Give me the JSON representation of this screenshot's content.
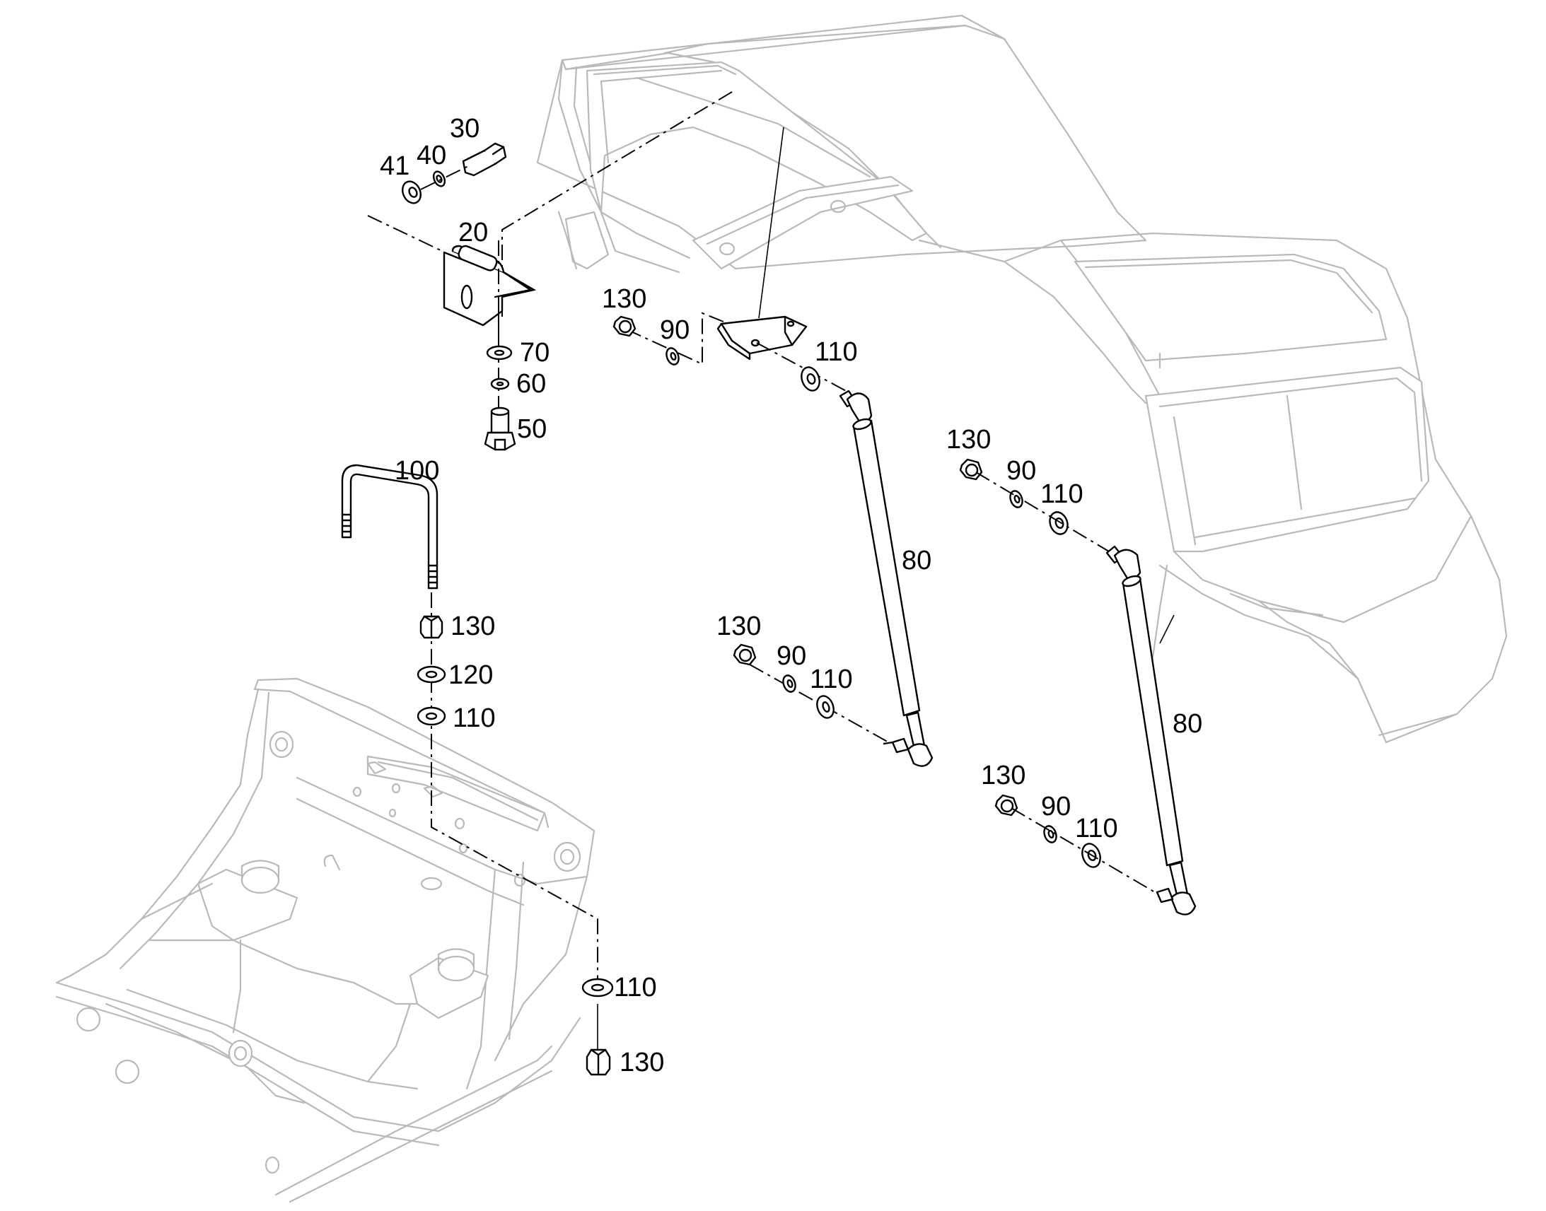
{
  "labels": {
    "p30": "30",
    "p40": "40",
    "p41": "41",
    "p20": "20",
    "p70": "70",
    "p60": "60",
    "p50": "50",
    "p100": "100",
    "s130": "130",
    "s120": "120",
    "s110": "110",
    "b110": "110",
    "b130": "130",
    "u130": "130",
    "u90": "90",
    "u110": "110",
    "strut1_80": "80",
    "m130": "130",
    "m90": "90",
    "m110": "110",
    "r130": "130",
    "r90": "90",
    "r110": "110",
    "strut2_80": "80",
    "l130": "130",
    "l90": "90",
    "l110": "110"
  },
  "colors": {
    "ink": "#000000",
    "ghost": "#b9b9b9",
    "background": "#ffffff"
  }
}
